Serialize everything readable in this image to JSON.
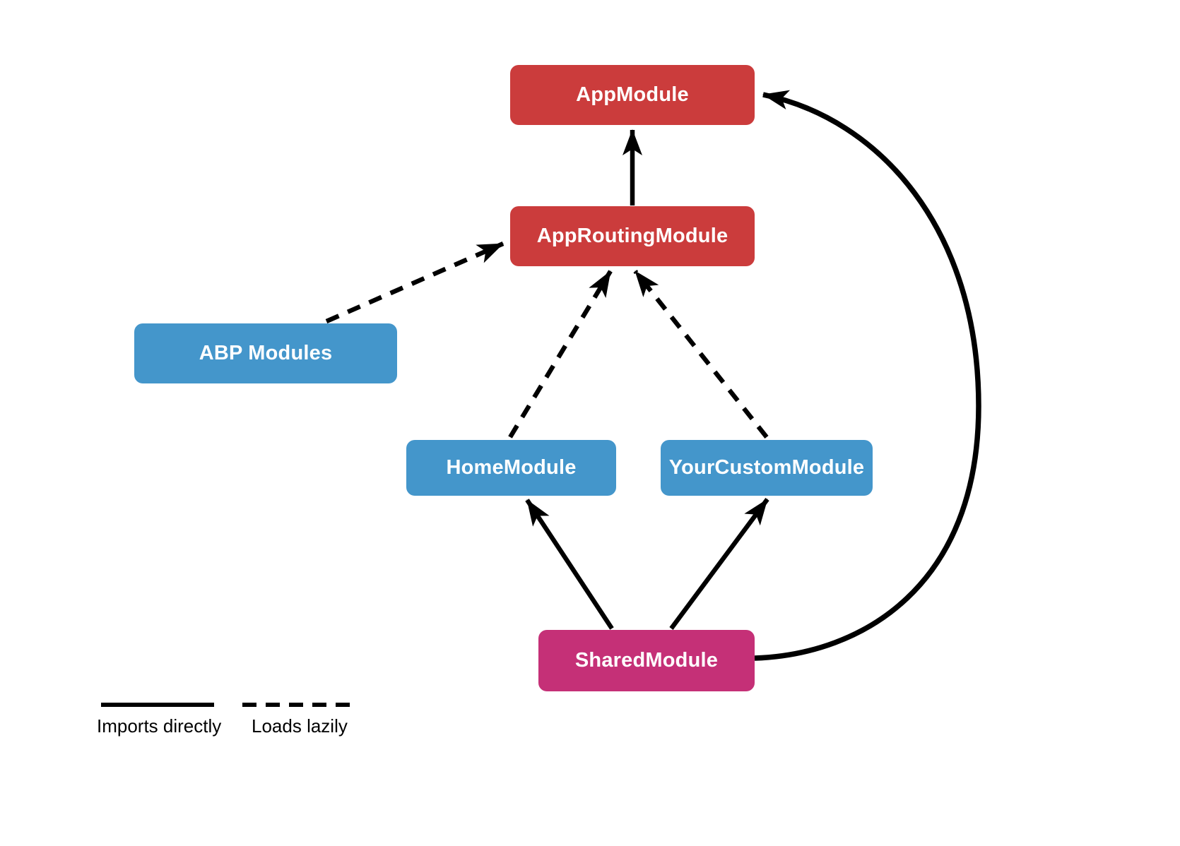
{
  "diagram": {
    "title": "Angular module dependency diagram",
    "background_color": "#ffffff",
    "node_text_color": "#ffffff",
    "arrow_color": "#000000",
    "colors": {
      "red": "#cb3c3c",
      "blue": "#4496cb",
      "magenta": "#c53077"
    },
    "nodes": {
      "app_module": {
        "label": "AppModule",
        "color": "#cb3c3c"
      },
      "app_routing_module": {
        "label": "AppRoutingModule",
        "color": "#cb3c3c"
      },
      "abp_modules": {
        "label": "ABP Modules",
        "color": "#4496cb"
      },
      "home_module": {
        "label": "HomeModule",
        "color": "#4496cb"
      },
      "your_custom_module": {
        "label": "YourCustomModule",
        "color": "#4496cb"
      },
      "shared_module": {
        "label": "SharedModule",
        "color": "#c53077"
      }
    },
    "edges": [
      {
        "from": "AppRoutingModule",
        "to": "AppModule",
        "type": "imports-directly",
        "style": "solid"
      },
      {
        "from": "ABP Modules",
        "to": "AppRoutingModule",
        "type": "loads-lazily",
        "style": "dashed"
      },
      {
        "from": "HomeModule",
        "to": "AppRoutingModule",
        "type": "loads-lazily",
        "style": "dashed"
      },
      {
        "from": "YourCustomModule",
        "to": "AppRoutingModule",
        "type": "loads-lazily",
        "style": "dashed"
      },
      {
        "from": "SharedModule",
        "to": "HomeModule",
        "type": "imports-directly",
        "style": "solid"
      },
      {
        "from": "SharedModule",
        "to": "YourCustomModule",
        "type": "imports-directly",
        "style": "solid"
      },
      {
        "from": "SharedModule",
        "to": "AppModule",
        "type": "imports-directly",
        "style": "solid-curved"
      }
    ],
    "legend": {
      "solid_label": "Imports directly",
      "dashed_label": "Loads lazily"
    }
  }
}
